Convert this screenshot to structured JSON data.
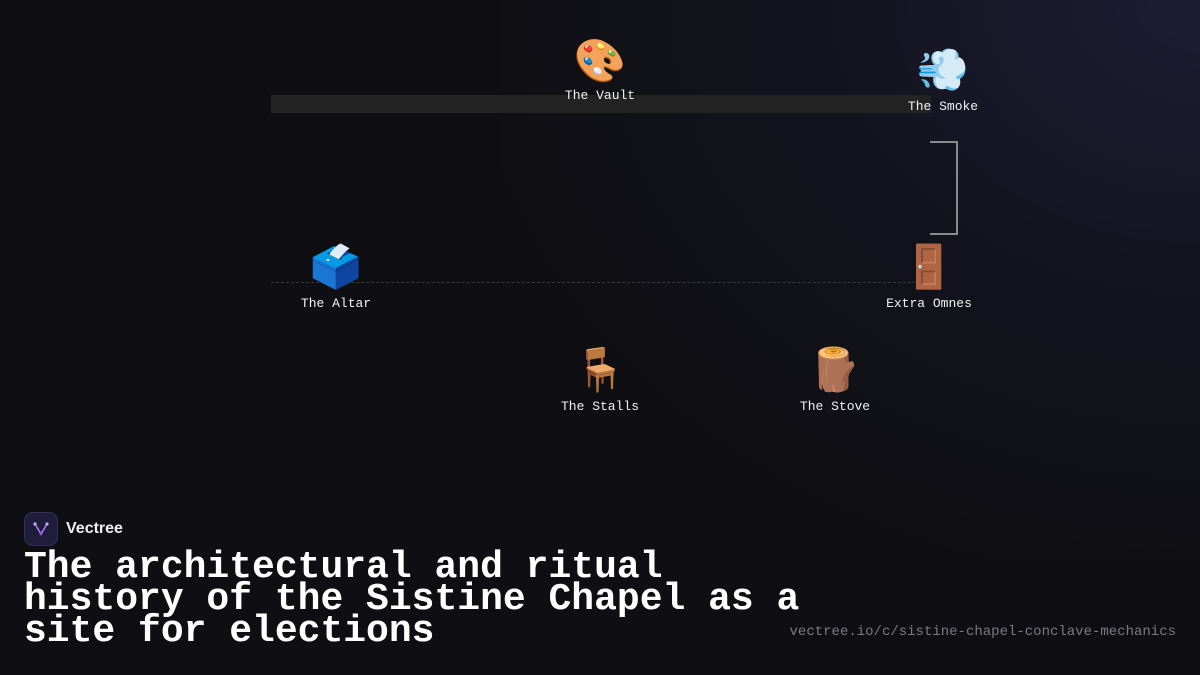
{
  "diagram": {
    "nodes": [
      {
        "id": "vault",
        "icon": "artist-palette-icon",
        "glyph": "🎨",
        "label": "The Vault"
      },
      {
        "id": "smoke",
        "icon": "dashing-away-icon",
        "glyph": "💨",
        "label": "The Smoke"
      },
      {
        "id": "altar",
        "icon": "ballot-box-icon",
        "glyph": "🗳️",
        "label": "The Altar"
      },
      {
        "id": "extra",
        "icon": "door-icon",
        "glyph": "🚪",
        "label": "Extra Omnes"
      },
      {
        "id": "stalls",
        "icon": "chair-icon",
        "glyph": "🪑",
        "label": "The Stalls"
      },
      {
        "id": "stove",
        "icon": "wood-log-icon",
        "glyph": "🪵",
        "label": "The Stove"
      }
    ]
  },
  "brand": {
    "name": "Vectree",
    "logo_icon": "vectree-logo-icon"
  },
  "title": "The architectural and ritual history of the Sistine Chapel as a site for elections",
  "url": "vectree.io/c/sistine-chapel-conclave-mechanics"
}
